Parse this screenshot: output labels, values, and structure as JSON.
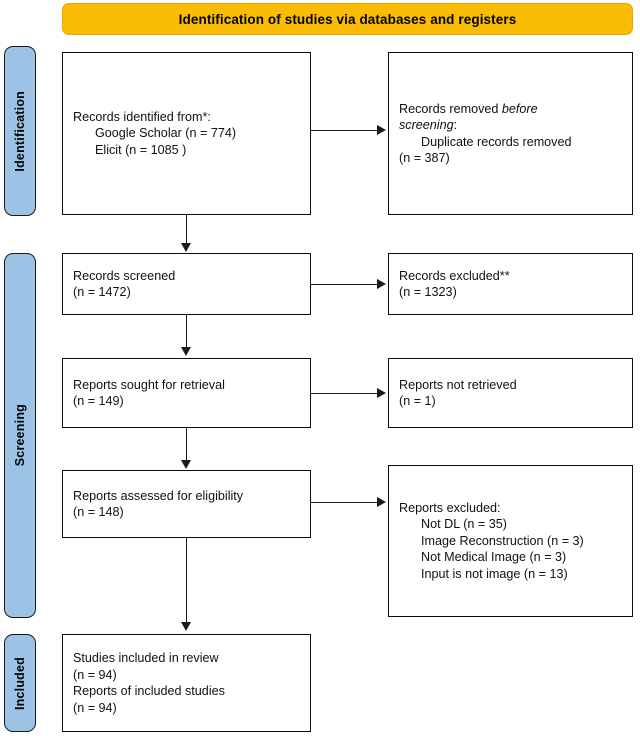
{
  "header": {
    "title": "Identification of studies via databases and registers",
    "background_color": "#FBBC04",
    "border_color": "#E8A400"
  },
  "stages": [
    {
      "id": "identification",
      "label": "Identification",
      "color": "#9CC3E5"
    },
    {
      "id": "screening",
      "label": "Screening",
      "color": "#9CC3E5"
    },
    {
      "id": "included",
      "label": "Included",
      "color": "#9CC3E5"
    }
  ],
  "boxes": {
    "records_identified": {
      "name": "records-identified",
      "lines": [
        "Records identified from*:",
        "Google Scholar (n = 774)",
        "Elicit (n = 1085 )"
      ]
    },
    "records_removed": {
      "name": "records-removed-before-screening",
      "line1_a": "Records removed ",
      "line1_b": "before",
      "line2_a": "screening",
      "line2_b": ":",
      "line3": "Duplicate records removed",
      "line4": "(n = 387)"
    },
    "records_screened": {
      "name": "records-screened",
      "lines": [
        "Records screened",
        "(n = 1472)"
      ]
    },
    "records_excluded": {
      "name": "records-excluded",
      "lines": [
        "Records excluded**",
        "(n = 1323)"
      ]
    },
    "reports_sought": {
      "name": "reports-sought-for-retrieval",
      "lines": [
        "Reports sought for retrieval",
        "(n = 149)"
      ]
    },
    "reports_not_retrieved": {
      "name": "reports-not-retrieved",
      "lines": [
        "Reports not retrieved",
        "(n = 1)"
      ]
    },
    "reports_assessed": {
      "name": "reports-assessed-for-eligibility",
      "lines": [
        "Reports assessed for eligibility",
        "(n = 148)"
      ]
    },
    "reports_excluded": {
      "name": "reports-excluded-with-reasons",
      "heading": "Reports excluded:",
      "reasons": [
        "Not DL (n = 35)",
        "Image Reconstruction (n = 3)",
        "Not Medical Image (n = 3)",
        "Input is not image (n = 13)"
      ]
    },
    "studies_included": {
      "name": "studies-included-in-review",
      "lines": [
        "Studies included in review",
        "(n = 94)",
        "Reports of included studies",
        "(n = 94)"
      ]
    }
  },
  "chart_data": {
    "type": "diagram",
    "title": "PRISMA 2020 flow diagram",
    "subtitle": "Identification of studies via databases and registers",
    "nodes": [
      {
        "id": "records_identified",
        "stage": "Identification",
        "column": "left",
        "counts": {
          "Google Scholar": 774,
          "Elicit": 1085
        }
      },
      {
        "id": "records_removed",
        "stage": "Identification",
        "column": "right",
        "counts": {
          "Duplicate records removed": 387
        }
      },
      {
        "id": "records_screened",
        "stage": "Screening",
        "column": "left",
        "counts": {
          "n": 1472
        }
      },
      {
        "id": "records_excluded",
        "stage": "Screening",
        "column": "right",
        "counts": {
          "n": 1323
        }
      },
      {
        "id": "reports_sought",
        "stage": "Screening",
        "column": "left",
        "counts": {
          "n": 149
        }
      },
      {
        "id": "reports_not_retrieved",
        "stage": "Screening",
        "column": "right",
        "counts": {
          "n": 1
        }
      },
      {
        "id": "reports_assessed",
        "stage": "Screening",
        "column": "left",
        "counts": {
          "n": 148
        }
      },
      {
        "id": "reports_excluded",
        "stage": "Screening",
        "column": "right",
        "counts": {
          "Not DL": 35,
          "Image Reconstruction": 3,
          "Not Medical Image": 3,
          "Input is not image": 13
        }
      },
      {
        "id": "studies_included",
        "stage": "Included",
        "column": "left",
        "counts": {
          "Studies included in review": 94,
          "Reports of included studies": 94
        }
      }
    ],
    "edges": [
      {
        "from": "records_identified",
        "to": "records_removed",
        "direction": "right"
      },
      {
        "from": "records_identified",
        "to": "records_screened",
        "direction": "down"
      },
      {
        "from": "records_screened",
        "to": "records_excluded",
        "direction": "right"
      },
      {
        "from": "records_screened",
        "to": "reports_sought",
        "direction": "down"
      },
      {
        "from": "reports_sought",
        "to": "reports_not_retrieved",
        "direction": "right"
      },
      {
        "from": "reports_sought",
        "to": "reports_assessed",
        "direction": "down"
      },
      {
        "from": "reports_assessed",
        "to": "reports_excluded",
        "direction": "right"
      },
      {
        "from": "reports_assessed",
        "to": "studies_included",
        "direction": "down"
      }
    ]
  }
}
